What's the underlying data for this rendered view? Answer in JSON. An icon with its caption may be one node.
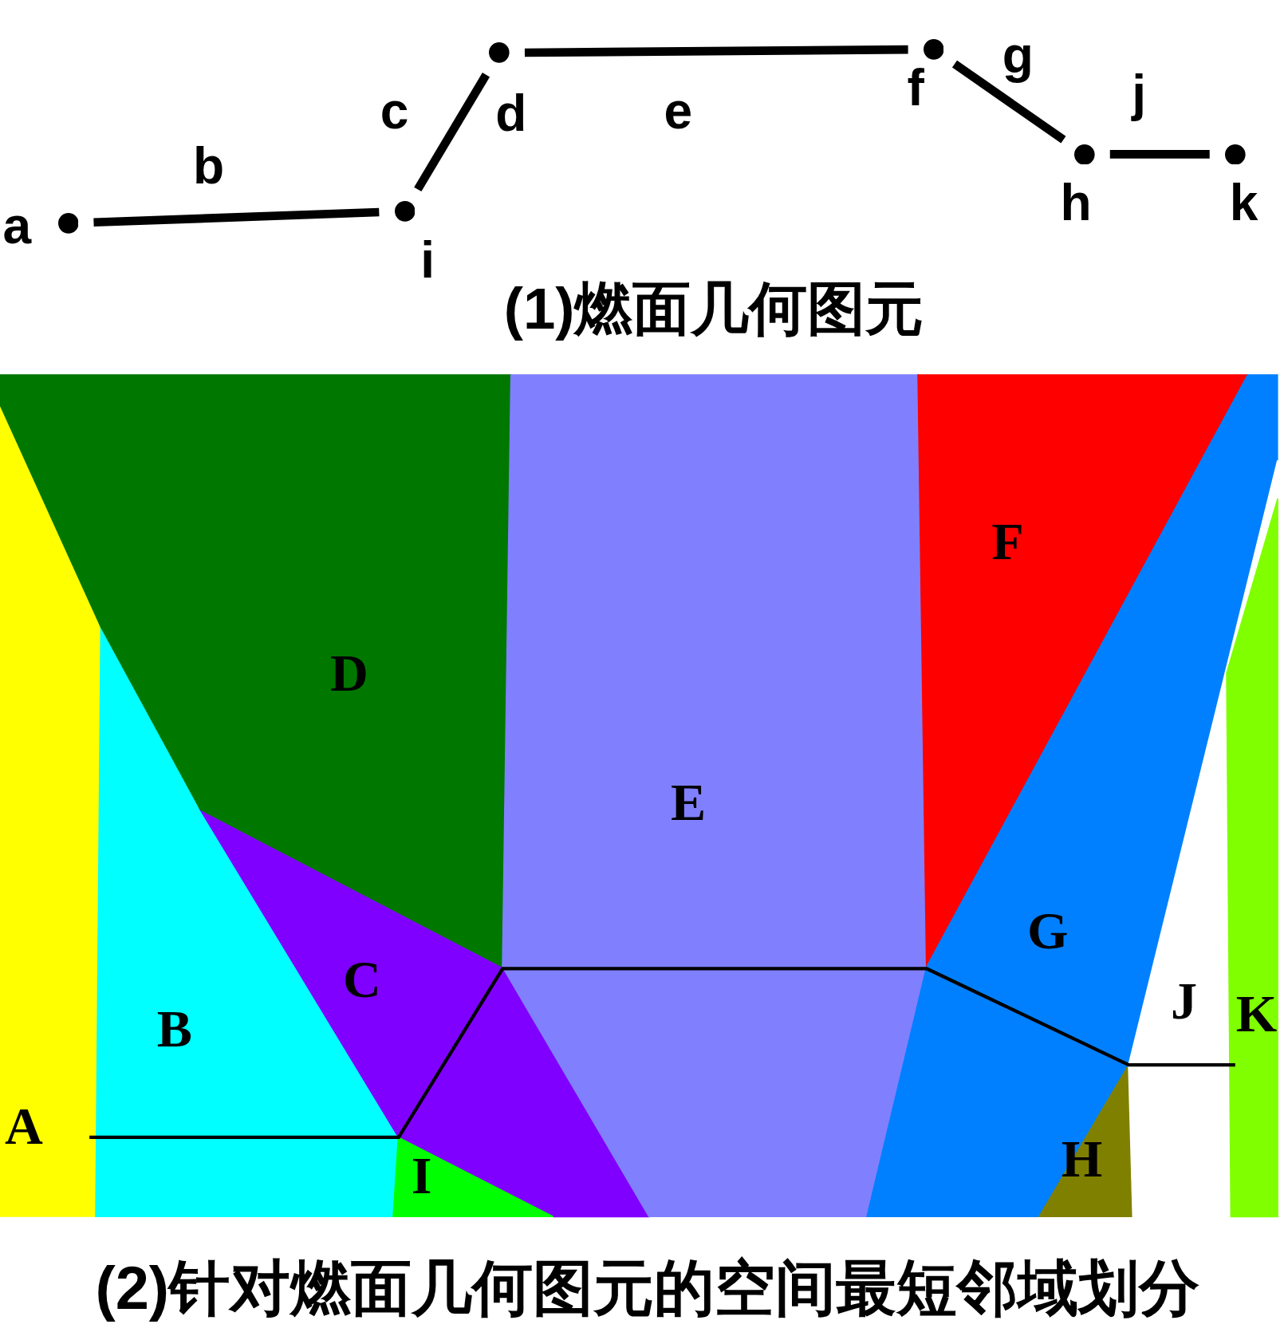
{
  "diagram": {
    "nodes": [
      {
        "text": [],
        "shape": "circle",
        "beside": [
          "a"
        ]
      },
      {
        "text": [],
        "shape": "circle",
        "beside": [
          "i"
        ]
      },
      {
        "text": [],
        "shape": "circle",
        "beside": [
          "d"
        ]
      },
      {
        "text": [],
        "shape": "circle",
        "beside": [
          "f"
        ]
      },
      {
        "text": [],
        "shape": "circle",
        "beside": [
          "h"
        ]
      },
      {
        "text": [],
        "shape": "circle",
        "beside": [
          "k"
        ]
      },
      {
        "text": [
          "A"
        ]
      },
      {
        "text": [
          "B"
        ]
      },
      {
        "text": [
          "C"
        ]
      },
      {
        "text": [
          "D"
        ]
      },
      {
        "text": [
          "E"
        ]
      },
      {
        "text": [
          "F"
        ]
      },
      {
        "text": [
          "G"
        ]
      },
      {
        "text": [
          "H"
        ]
      },
      {
        "text": [
          "I"
        ]
      },
      {
        "text": [
          "J"
        ]
      },
      {
        "text": [
          "K"
        ]
      }
    ],
    "edges": [
      {
        "from": 0,
        "to": 1,
        "arrow": "none",
        "label": "b"
      },
      {
        "from": 1,
        "to": 2,
        "arrow": "none",
        "label": "c"
      },
      {
        "from": 2,
        "to": 3,
        "arrow": "none",
        "label": "e"
      },
      {
        "from": 3,
        "to": 4,
        "arrow": "none",
        "label": "g"
      },
      {
        "from": 4,
        "to": 5,
        "arrow": "none",
        "label": "j"
      }
    ],
    "labels": [
      "(1)燃面几何图元",
      "(2)针对燃面几何图元的空间最短邻域划分"
    ]
  }
}
